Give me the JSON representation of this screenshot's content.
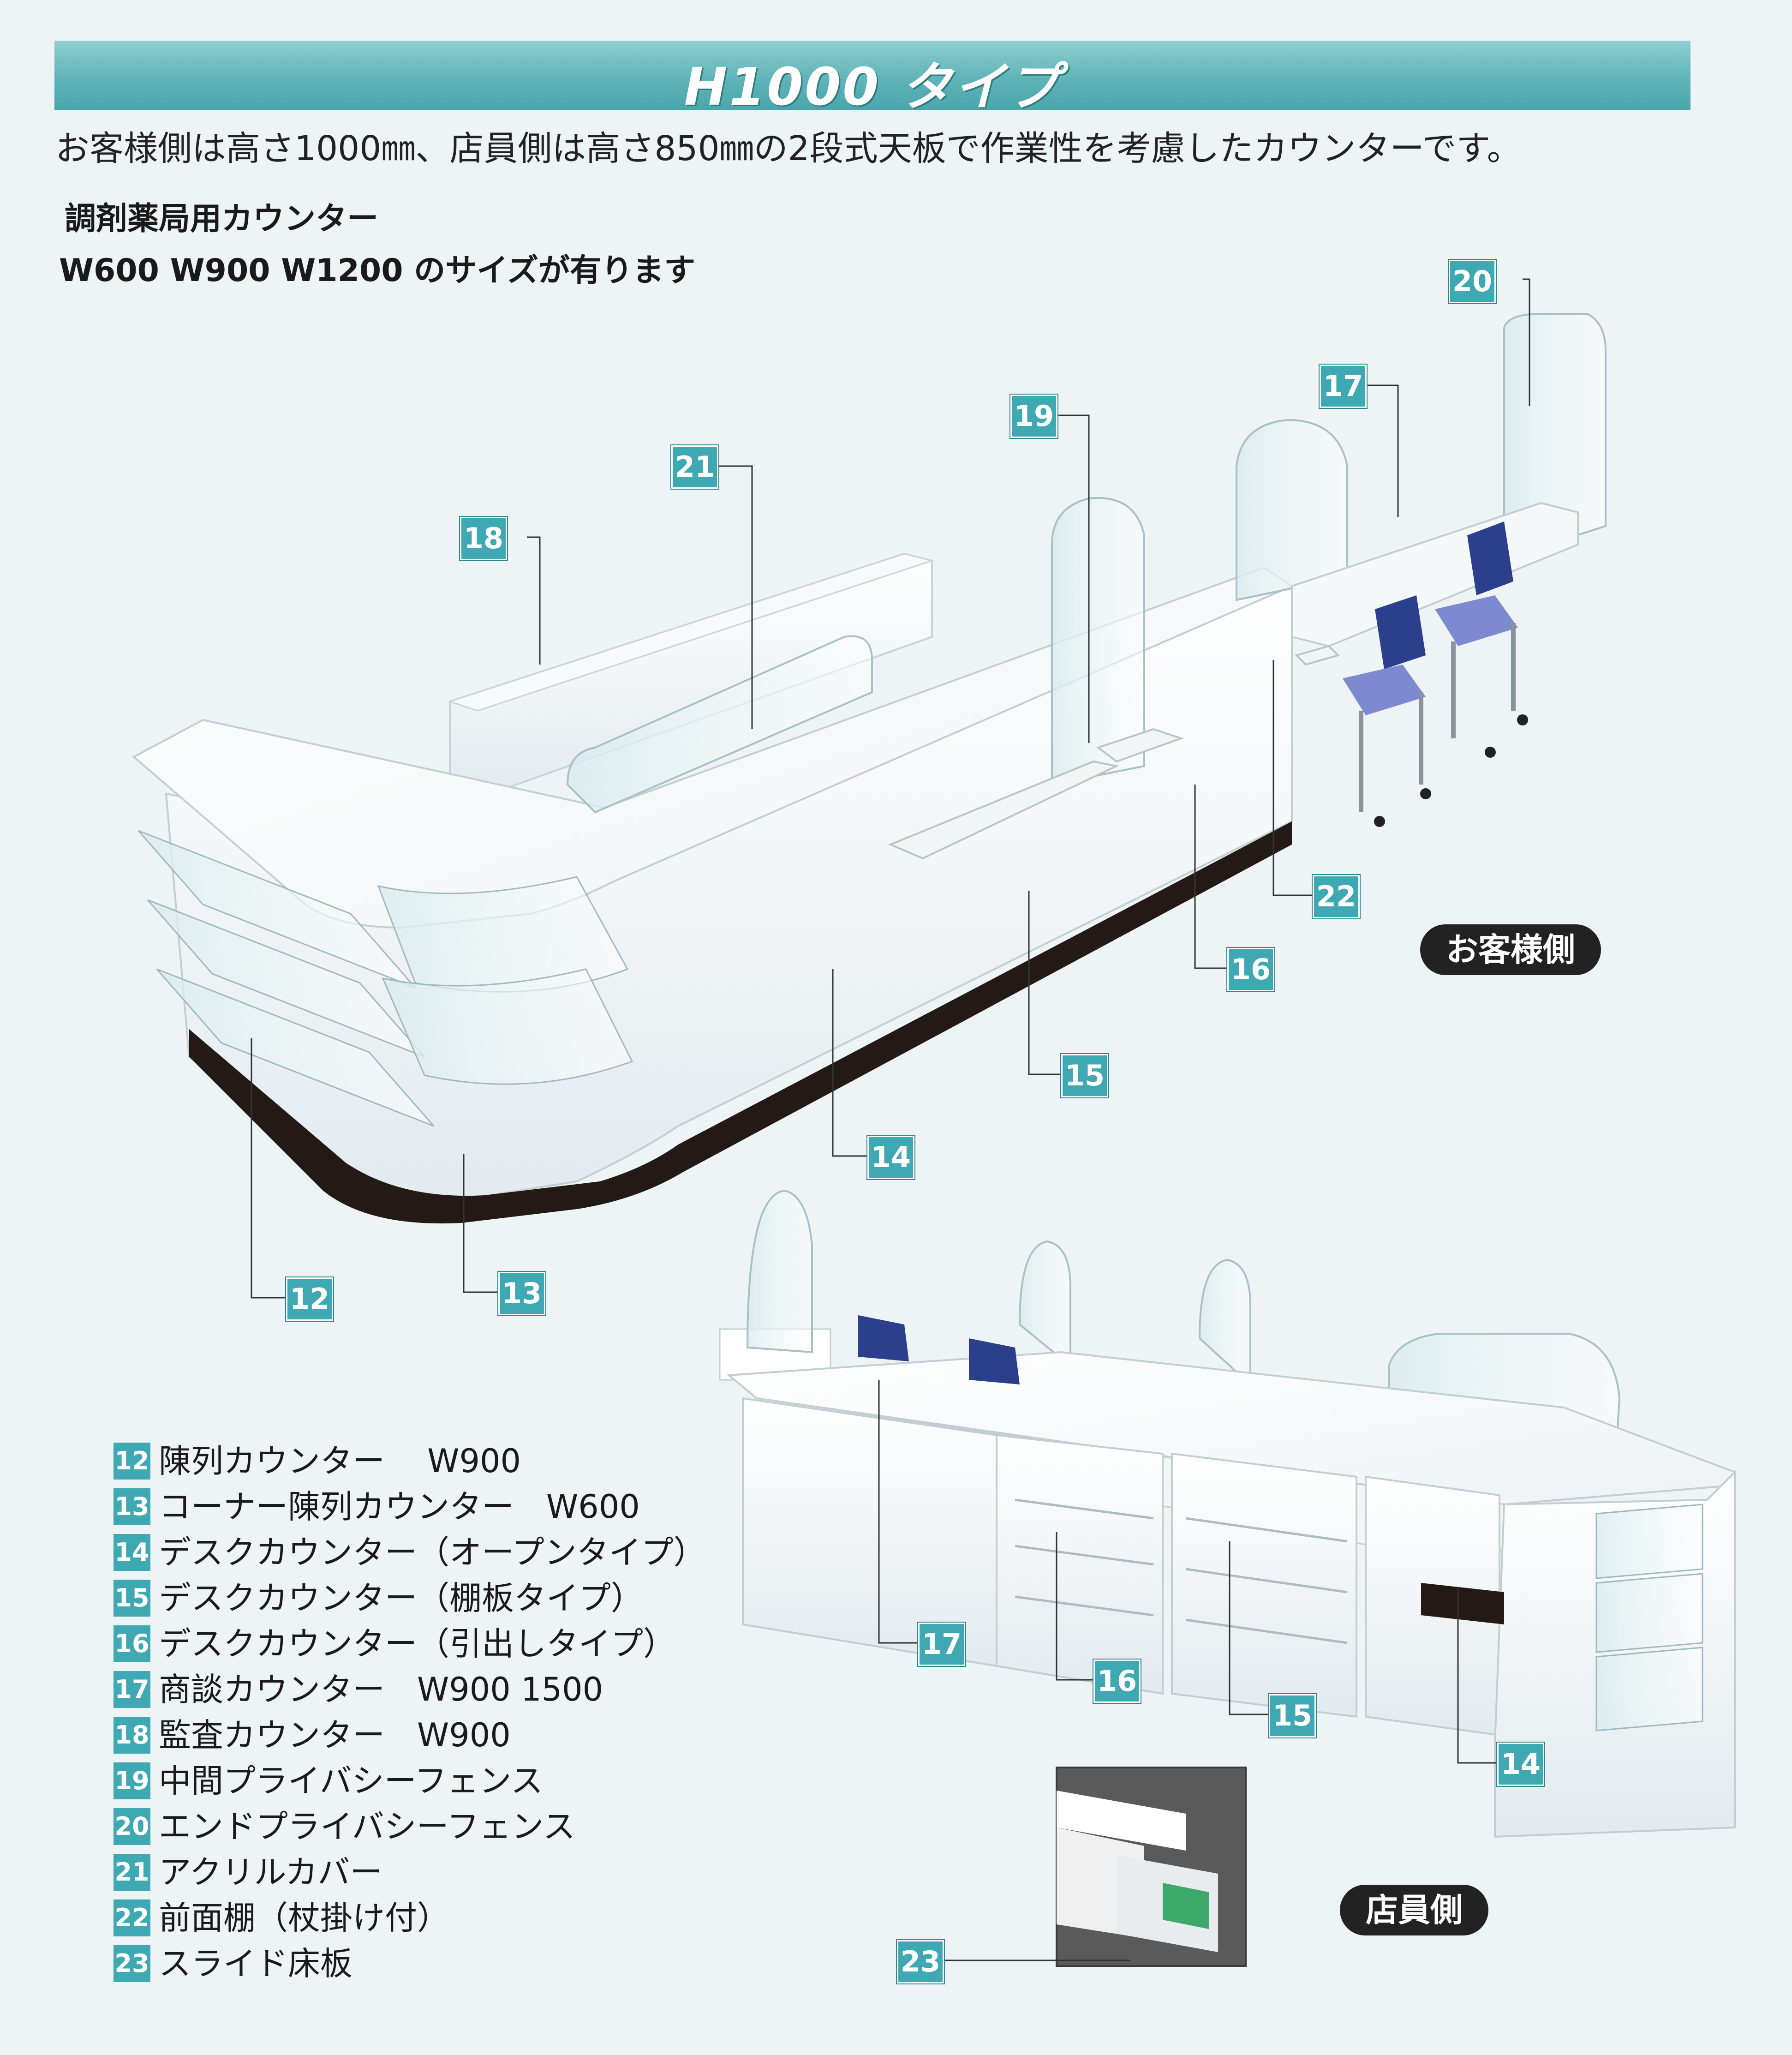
{
  "header": {
    "title": "H1000 タイプ",
    "intro": "お客様側は高さ1000㎜、店員側は高さ850㎜の2段式天板で作業性を考慮したカウンターです。",
    "subtitle": "調剤薬局用カウンター",
    "sizes": "W600 W900 W1200 のサイズが有ります"
  },
  "badges": {
    "customer_side": "お客様側",
    "staff_side": "店員側"
  },
  "callouts": {
    "c12": "12",
    "c13": "13",
    "c14": "14",
    "c15": "15",
    "c16": "16",
    "c17": "17",
    "c18": "18",
    "c19": "19",
    "c20": "20",
    "c21": "21",
    "c22": "22",
    "c23": "23"
  },
  "legend": [
    {
      "num": "12",
      "text": "陳列カウンター　 W900"
    },
    {
      "num": "13",
      "text": "コーナー陳列カウンター　W600"
    },
    {
      "num": "14",
      "text": "デスクカウンター（オープンタイプ）"
    },
    {
      "num": "15",
      "text": "デスクカウンター（棚板タイプ）"
    },
    {
      "num": "16",
      "text": "デスクカウンター（引出しタイプ）"
    },
    {
      "num": "17",
      "text": "商談カウンター　W900 1500"
    },
    {
      "num": "18",
      "text": "監査カウンター　W900"
    },
    {
      "num": "19",
      "text": "中間プライバシーフェンス"
    },
    {
      "num": "20",
      "text": "エンドプライバシーフェンス"
    },
    {
      "num": "21",
      "text": "アクリルカバー"
    },
    {
      "num": "22",
      "text": "前面棚（杖掛け付）"
    },
    {
      "num": "23",
      "text": "スライド床板"
    }
  ],
  "colors": {
    "accent": "#3fa9b3",
    "banner": "#5fb4b8",
    "counter_white": "#ffffff",
    "base_black": "#231a16",
    "chair_blue": "#2b3f8c"
  }
}
